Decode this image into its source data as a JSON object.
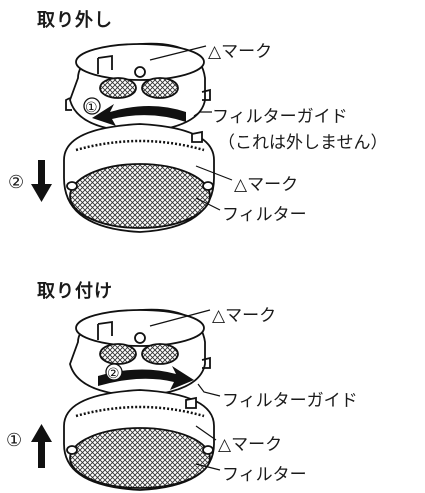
{
  "removal": {
    "heading": "取り外し",
    "label_mark_top": "△マーク",
    "label_filter_guide": "フィルターガイド",
    "label_guide_note": "（これは外しません）",
    "label_mark_filter": "△マーク",
    "label_filter": "フィルター",
    "step1": "①",
    "step2": "②"
  },
  "attachment": {
    "heading": "取り付け",
    "label_mark_top": "△マーク",
    "label_filter_guide": "フィルターガイド",
    "label_mark_filter": "△マーク",
    "label_filter": "フィルター",
    "step1": "①",
    "step2": "②"
  }
}
